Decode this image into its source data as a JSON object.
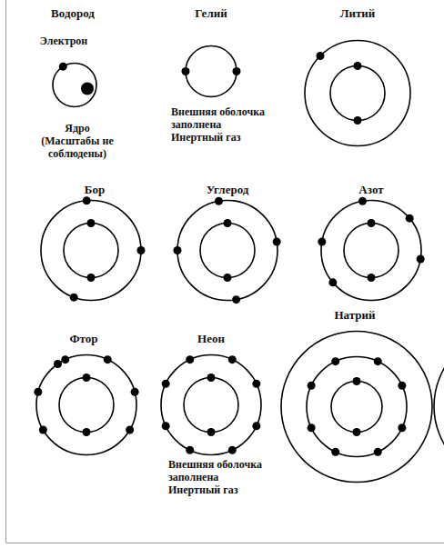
{
  "diagram": {
    "nodes": [
      {
        "text": [
          "Водород"
        ]
      },
      {
        "text": [
          "Гелий"
        ]
      },
      {
        "text": [
          "Литий"
        ]
      },
      {
        "text": [
          "Бор"
        ]
      },
      {
        "text": [
          "Углерод"
        ]
      },
      {
        "text": [
          "Азот"
        ]
      },
      {
        "text": [
          "Фтор"
        ]
      },
      {
        "text": [
          "Неон"
        ]
      },
      {
        "text": [
          "Натрий"
        ]
      }
    ],
    "labels": [
      "Электрон",
      "Ядро (Масштабы не соблюдены)",
      "Внешняя оболочка заполнена Инертный газ",
      "Внешняя оболочка заполнена Инертный газ"
    ]
  }
}
